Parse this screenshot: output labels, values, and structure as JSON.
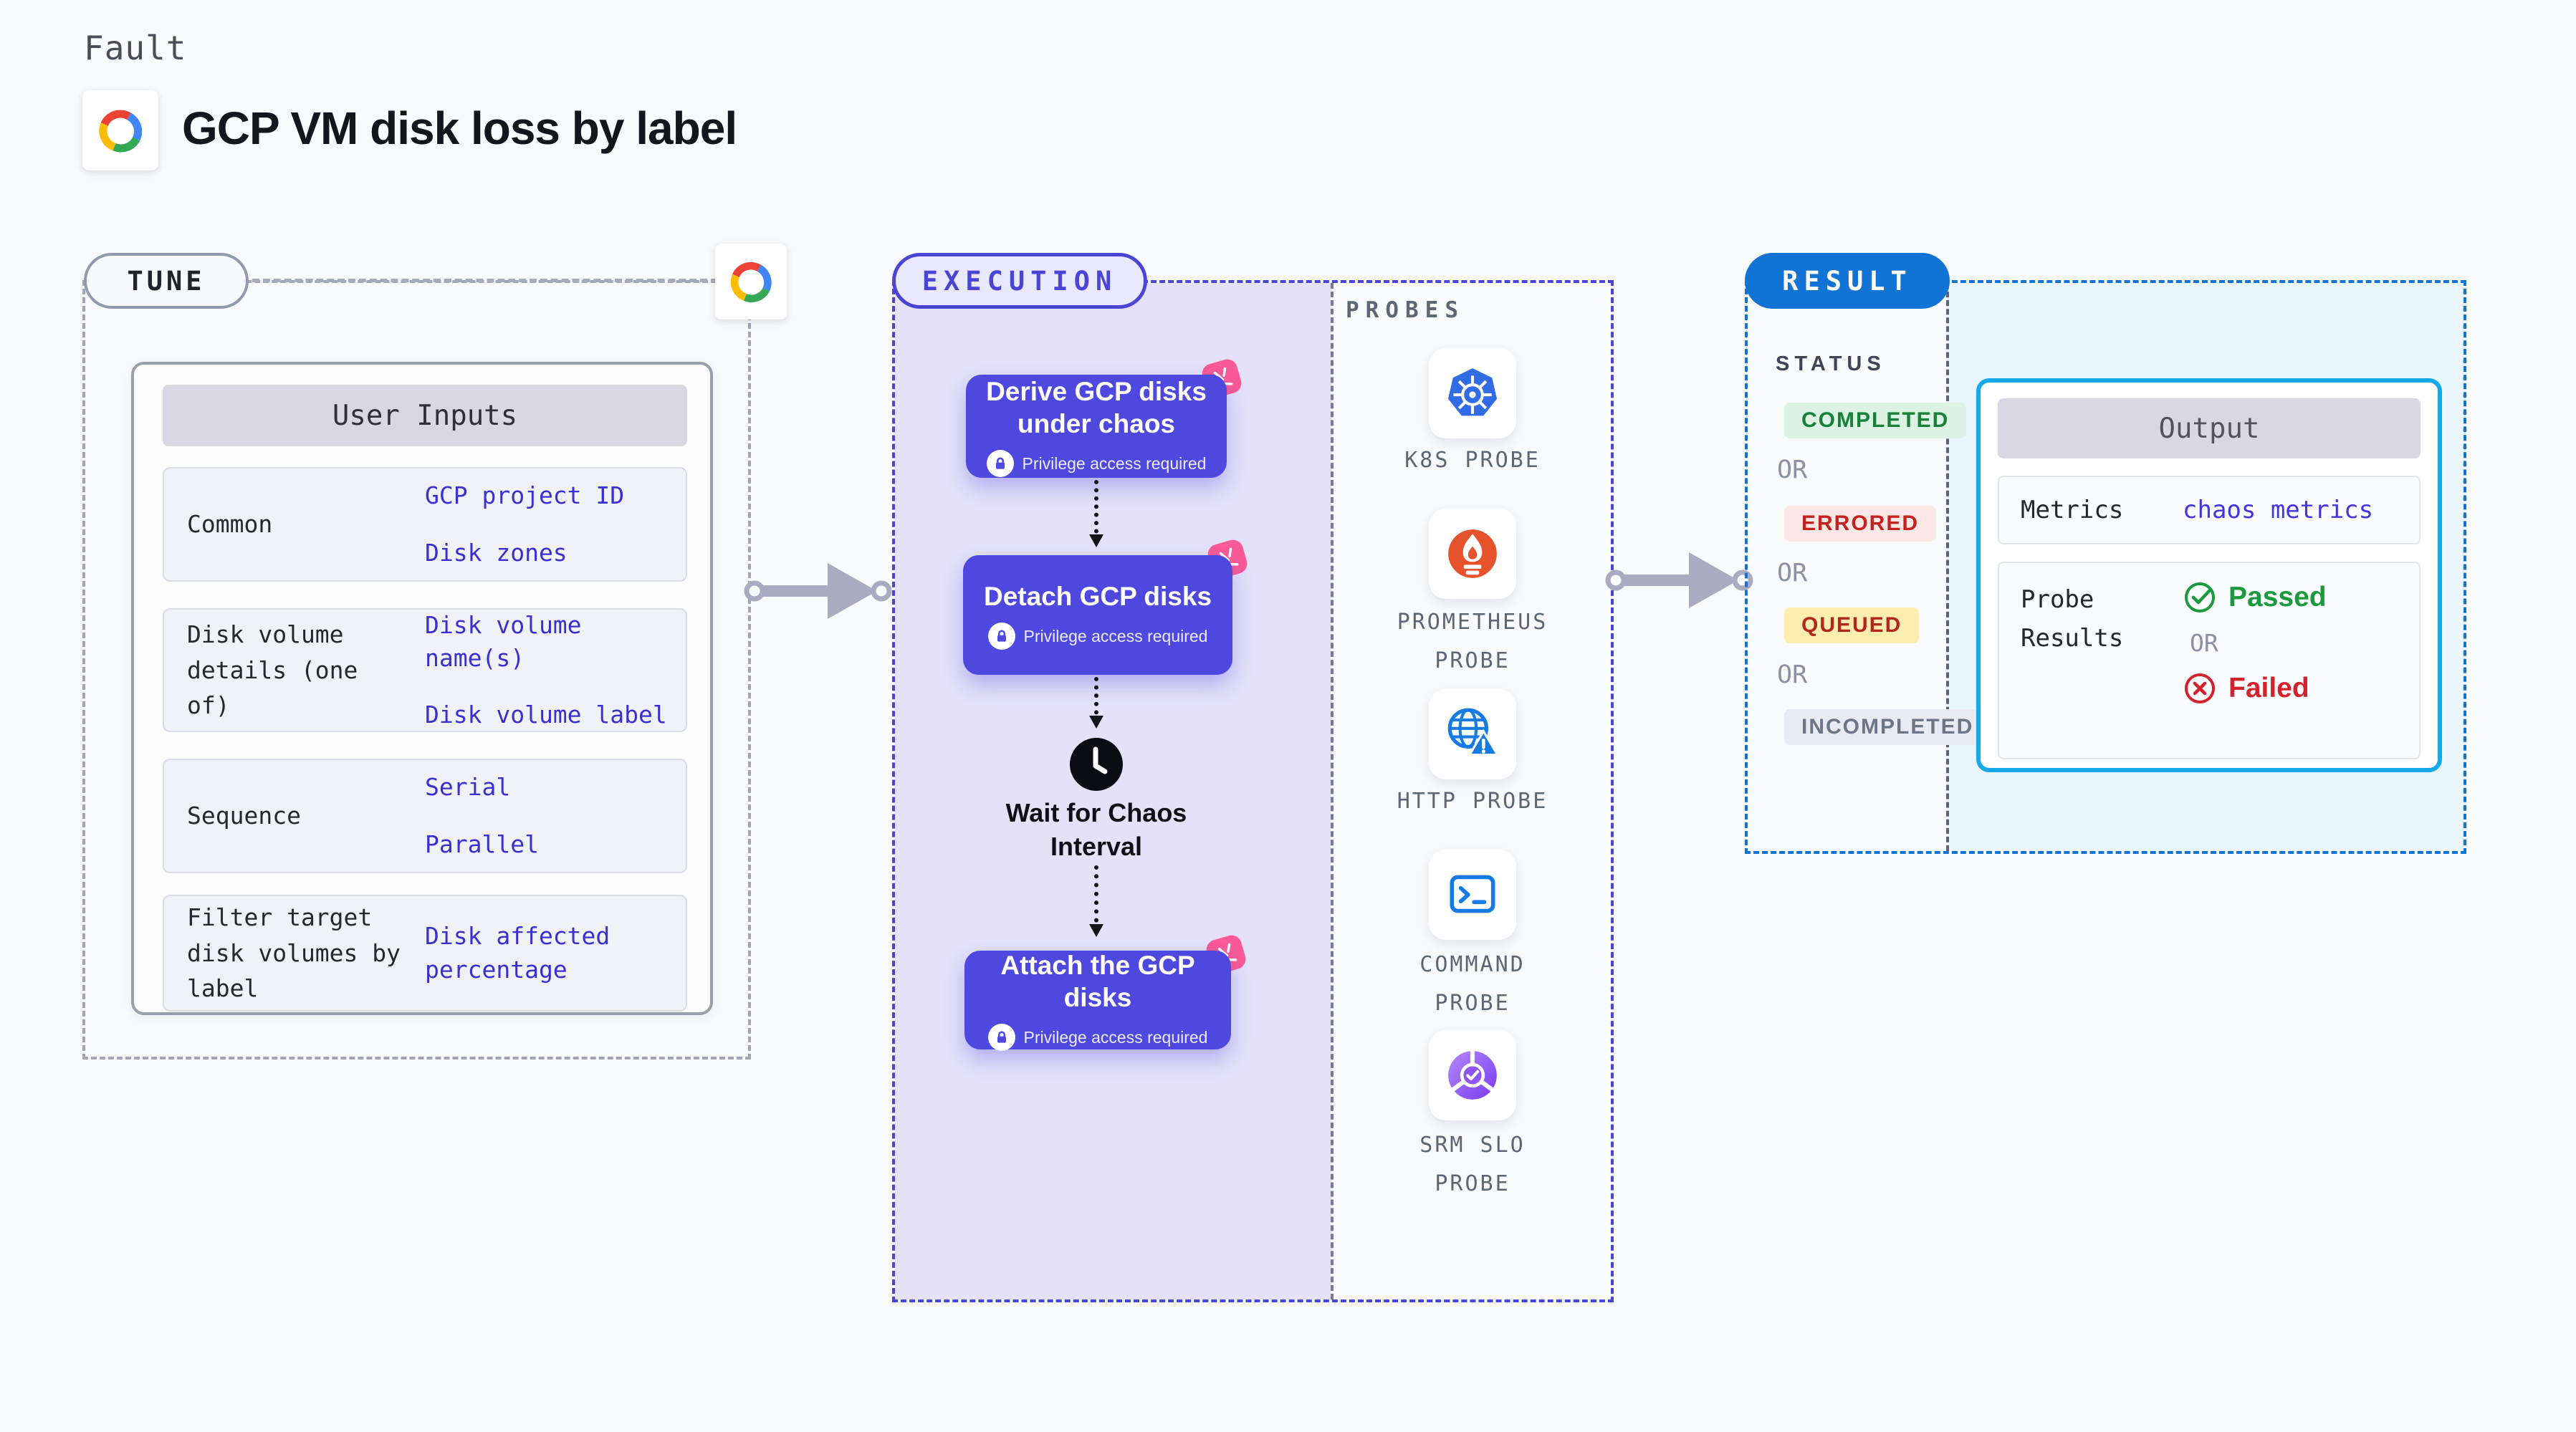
{
  "page": {
    "fault_label": "Fault",
    "title": "GCP VM disk loss by label"
  },
  "tune": {
    "badge": "TUNE",
    "card_header": "User Inputs",
    "rows": [
      {
        "label": "Common",
        "values": [
          "GCP project ID",
          "Disk zones"
        ]
      },
      {
        "label": "Disk volume details (one of)",
        "values": [
          "Disk volume name(s)",
          "Disk volume label"
        ]
      },
      {
        "label": "Sequence",
        "values": [
          "Serial",
          "Parallel"
        ]
      },
      {
        "label": "Filter target disk volumes by label",
        "values": [
          "Disk affected percentage"
        ]
      }
    ]
  },
  "execution": {
    "badge": "EXECUTION",
    "privilege_label": "Privilege access required",
    "steps": [
      {
        "title": "Derive GCP disks under chaos"
      },
      {
        "title": "Detach GCP disks"
      },
      {
        "title": "Attach the GCP disks"
      }
    ],
    "wait_label": "Wait for Chaos Interval"
  },
  "probes": {
    "header": "PROBES",
    "items": [
      {
        "label": "K8S PROBE",
        "icon": "kubernetes-icon"
      },
      {
        "label": "PROMETHEUS PROBE",
        "icon": "prometheus-icon"
      },
      {
        "label": "HTTP PROBE",
        "icon": "http-globe-icon"
      },
      {
        "label": "COMMAND PROBE",
        "icon": "terminal-icon"
      },
      {
        "label": "SRM SLO PROBE",
        "icon": "srm-slo-icon"
      }
    ]
  },
  "result": {
    "badge": "RESULT",
    "status_header": "STATUS",
    "or_label": "OR",
    "statuses": [
      {
        "label": "COMPLETED",
        "text_color": "#188038",
        "bg_color": "#dcf2e3"
      },
      {
        "label": "ERRORED",
        "text_color": "#c5221f",
        "bg_color": "#fbe7e6"
      },
      {
        "label": "QUEUED",
        "text_color": "#b3261c",
        "bg_color": "#fdeeb0"
      },
      {
        "label": "INCOMPLETED",
        "text_color": "#6d7588",
        "bg_color": "#e9ebf2"
      }
    ],
    "output": {
      "header": "Output",
      "metrics_label": "Metrics",
      "metrics_value": "chaos metrics",
      "probe_results_label": "Probe Results",
      "passed_label": "Passed",
      "or_label": "OR",
      "failed_label": "Failed"
    }
  },
  "colors": {
    "accent_indigo": "#4b45d6",
    "step_purple": "#4f48df",
    "result_blue": "#1173d4",
    "output_cyan": "#16a8e8",
    "link_blue": "#3a2fd1",
    "passed_green": "#1b9a3c",
    "failed_red": "#d2232c",
    "chaos_pink": "#fa5a96"
  }
}
